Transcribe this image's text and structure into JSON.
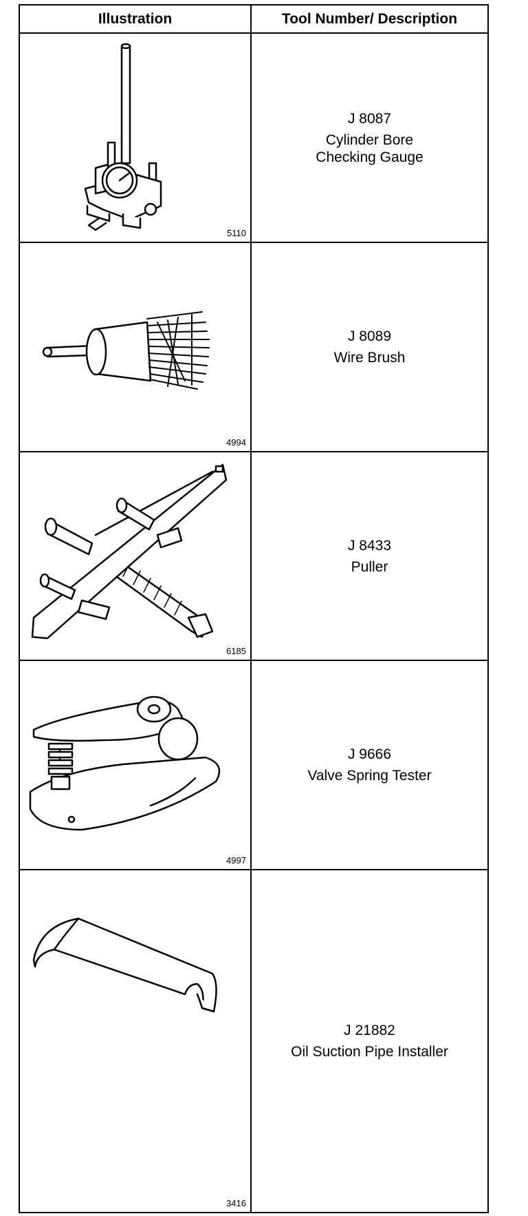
{
  "table": {
    "headers": {
      "illustration": "Illustration",
      "description": "Tool Number/ Description"
    },
    "rows": [
      {
        "figure_number": "5110",
        "tool_number": "J 8087",
        "description_lines": [
          "Cylinder Bore",
          "Checking Gauge"
        ],
        "icon": "cylinder-bore-gauge-icon"
      },
      {
        "figure_number": "4994",
        "tool_number": "J 8089",
        "description_lines": [
          "Wire Brush"
        ],
        "icon": "wire-brush-icon"
      },
      {
        "figure_number": "6185",
        "tool_number": "J 8433",
        "description_lines": [
          "Puller"
        ],
        "icon": "puller-icon"
      },
      {
        "figure_number": "4997",
        "tool_number": "J 9666",
        "description_lines": [
          "Valve Spring Tester"
        ],
        "icon": "valve-spring-tester-icon"
      },
      {
        "figure_number": "3416",
        "tool_number": "J 21882",
        "description_lines": [
          "Oil Suction Pipe Installer"
        ],
        "icon": "oil-suction-pipe-installer-icon"
      }
    ]
  }
}
